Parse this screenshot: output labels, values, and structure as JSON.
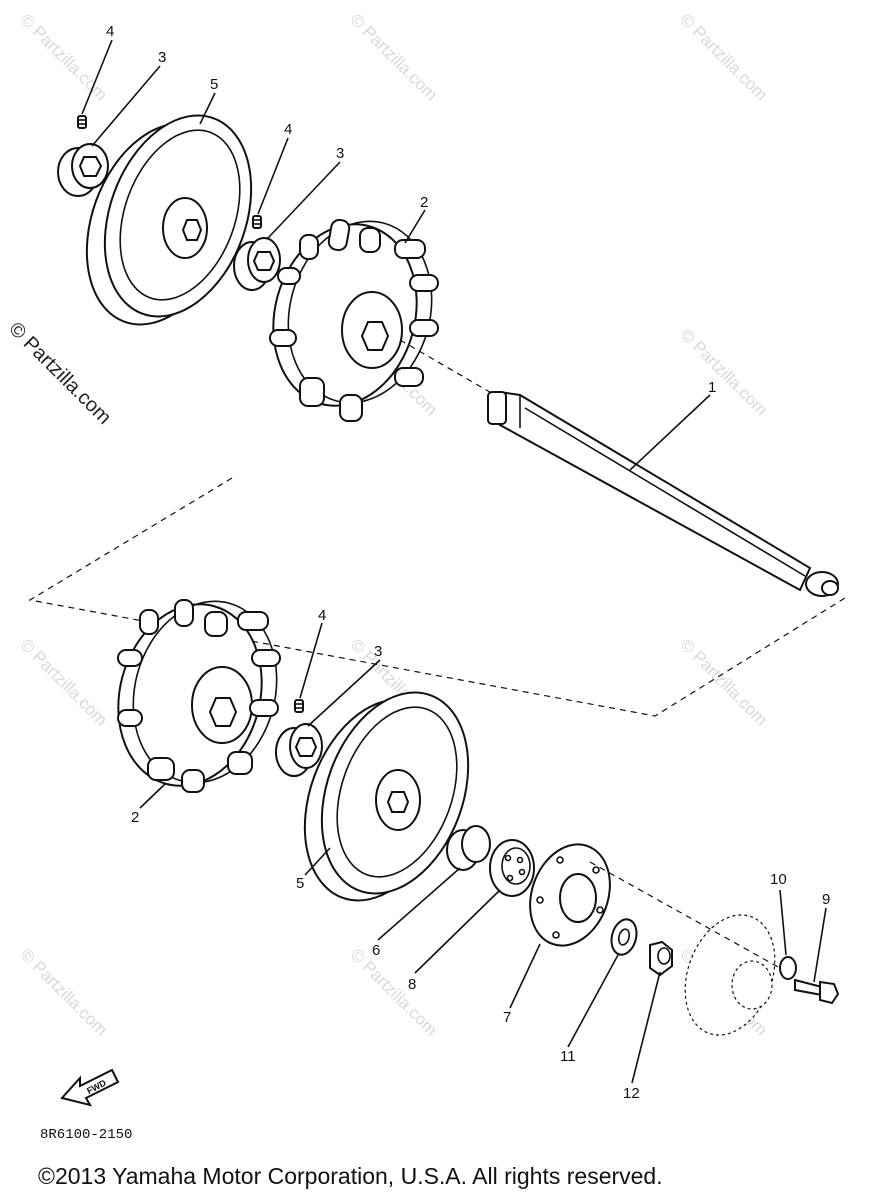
{
  "watermark": {
    "text": "© Partzilla.com",
    "side_text": "© Partzilla.com"
  },
  "callouts": {
    "c1": "1",
    "c2_top": "2",
    "c2_bottom": "2",
    "c3_top_left": "3",
    "c3_top_mid": "3",
    "c3_bottom": "3",
    "c4_top_left": "4",
    "c4_top_mid": "4",
    "c4_bottom": "4",
    "c5_top": "5",
    "c5_bottom": "5",
    "c6": "6",
    "c7": "7",
    "c8": "8",
    "c9": "9",
    "c10": "10",
    "c11": "11",
    "c12": "12"
  },
  "fwd_label": "FWD",
  "diagram_code": "8R6100-2150",
  "copyright": "©2013 Yamaha Motor Corporation, U.S.A. All rights reserved.",
  "colors": {
    "line": "#111111",
    "watermark": "#d8d8d8",
    "background": "#ffffff"
  }
}
